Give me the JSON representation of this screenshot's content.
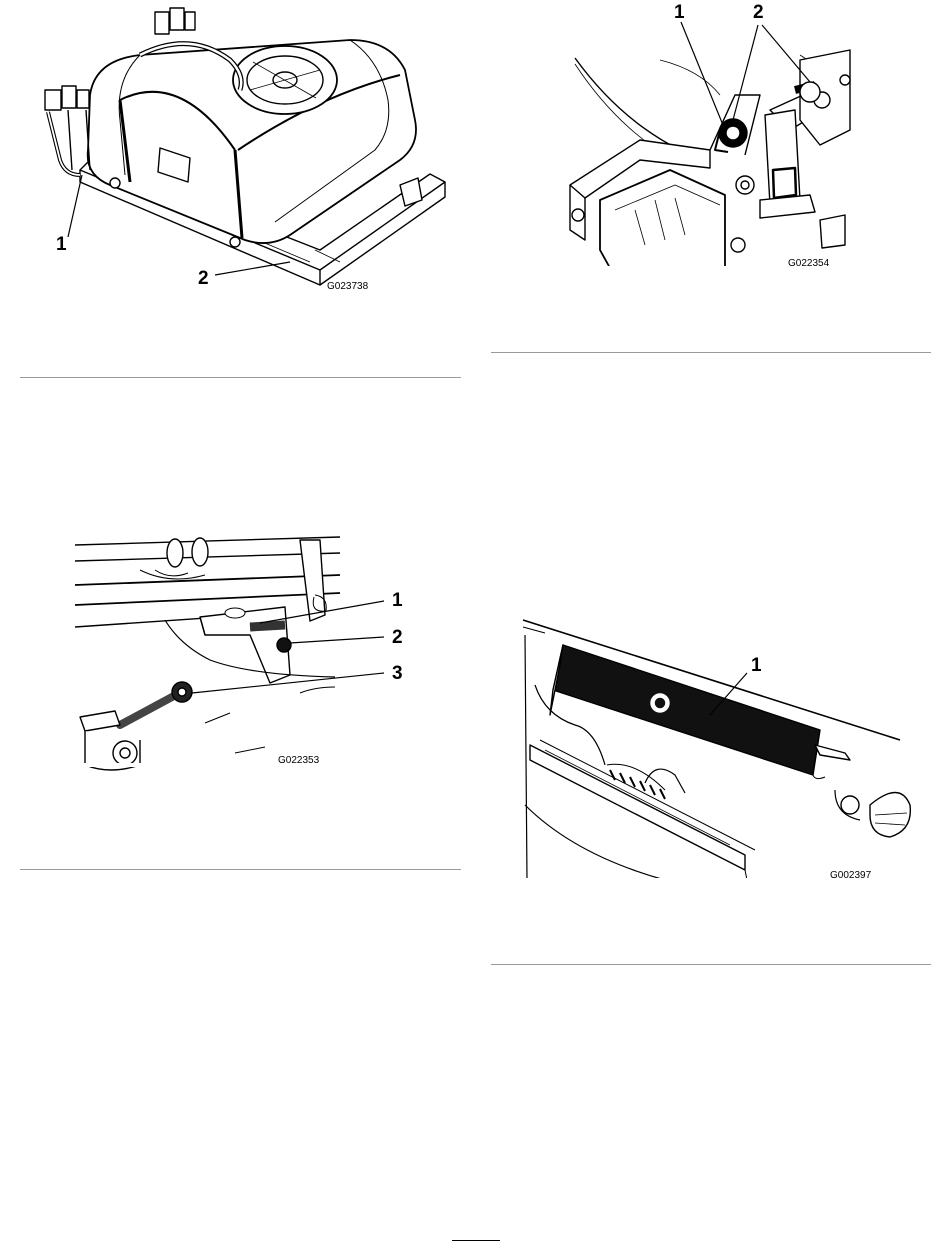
{
  "figures": [
    {
      "id": "G023738",
      "callouts": [
        "1",
        "2"
      ]
    },
    {
      "id": "G022354",
      "callouts": [
        "1",
        "2"
      ]
    },
    {
      "id": "G022353",
      "callouts": [
        "1",
        "2",
        "3"
      ]
    },
    {
      "id": "G002397",
      "callouts": [
        "1"
      ]
    }
  ]
}
